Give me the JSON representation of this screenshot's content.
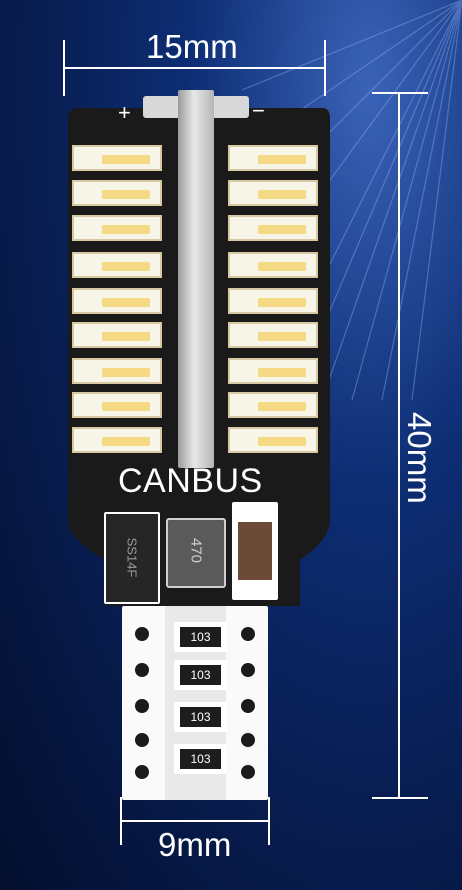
{
  "dimensions": {
    "width_label": "15mm",
    "height_label": "40mm",
    "base_label": "9mm"
  },
  "board": {
    "plus_label": "+",
    "minus_label": "−",
    "brand_label": "CANBUS",
    "diode_label": "SS14F",
    "inductor_label": "470",
    "resistor_labels": [
      "103",
      "103",
      "103",
      "103"
    ]
  },
  "colors": {
    "background": "#0d2d73",
    "board": "#1a1a1a",
    "led": "#f7f4e8",
    "base": "#ffffff",
    "capacitor": "#6b4a37"
  }
}
